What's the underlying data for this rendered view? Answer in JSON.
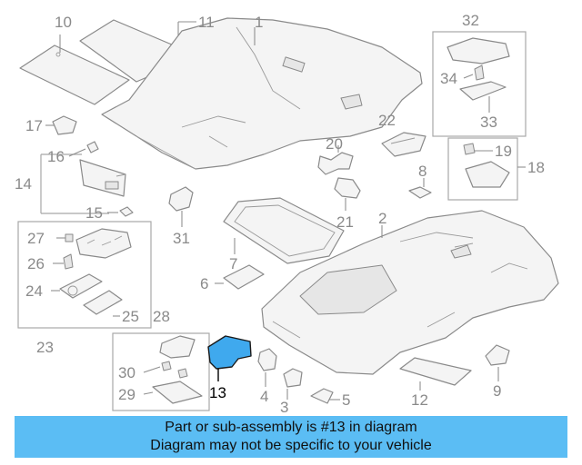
{
  "labels": {
    "n1": "1",
    "n2": "2",
    "n3": "3",
    "n4": "4",
    "n5": "5",
    "n6": "6",
    "n7": "7",
    "n8": "8",
    "n9": "9",
    "n10": "10",
    "n11": "11",
    "n12": "12",
    "n13": "13",
    "n14": "14",
    "n15": "15",
    "n16": "16",
    "n17": "17",
    "n18": "18",
    "n19": "19",
    "n20": "20",
    "n21": "21",
    "n22": "22",
    "n23": "23",
    "n24": "24",
    "n25": "25",
    "n26": "26",
    "n27": "27",
    "n28": "28",
    "n29": "29",
    "n30": "30",
    "n31": "31",
    "n32": "32",
    "n33": "33",
    "n34": "34"
  },
  "highlighted_part": "13",
  "banner": {
    "line1": "Part or sub-assembly is #13 in diagram",
    "line2": "Diagram may not be specific to your vehicle"
  },
  "colors": {
    "highlight": "#3fa9ee",
    "banner": "#5bbdf4",
    "line_art": "#8a8a8a"
  }
}
